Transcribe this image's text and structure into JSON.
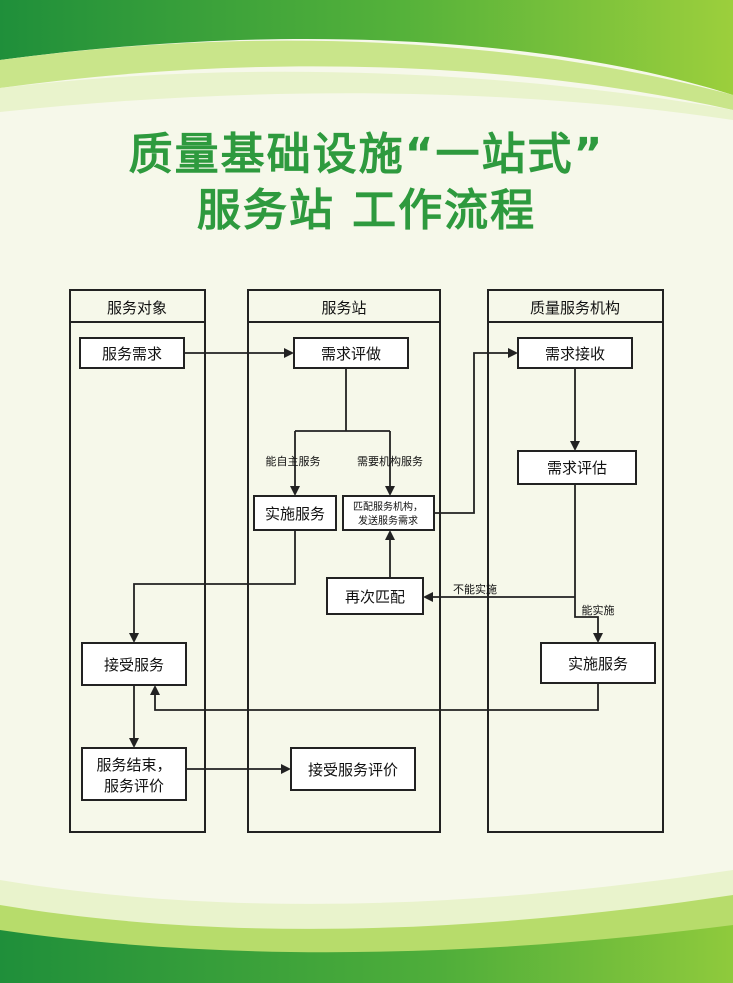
{
  "title": {
    "line1": "质量基础设施“一站式”",
    "line2": "服务站 工作流程"
  },
  "columns": {
    "client": "服务对象",
    "station": "服务站",
    "agency": "质量服务机构"
  },
  "boxes": {
    "service_demand": "服务需求",
    "demand_evaluation": "需求评做",
    "implement_self": "实施服务",
    "match_agency_line1": "匹配服务机构，",
    "match_agency_line2": "发送服务需求",
    "rematch": "再次匹配",
    "demand_receive": "需求接收",
    "demand_assess": "需求评估",
    "agency_implement": "实施服务",
    "accept_service": "接受服务",
    "service_end_line1": "服务结束，",
    "service_end_line2": "服务评价",
    "accept_evaluation": "接受服务评价"
  },
  "labels": {
    "can_self": "能自主服务",
    "need_agency": "需要机构服务",
    "cannot_implement": "不能实施",
    "can_implement": "能实施"
  },
  "colors": {
    "title_green": "#2e9a3e",
    "band_dark": "#2e9a3e",
    "band_light": "#8cc63f",
    "background": "#f6f8ea",
    "line": "#222222"
  }
}
